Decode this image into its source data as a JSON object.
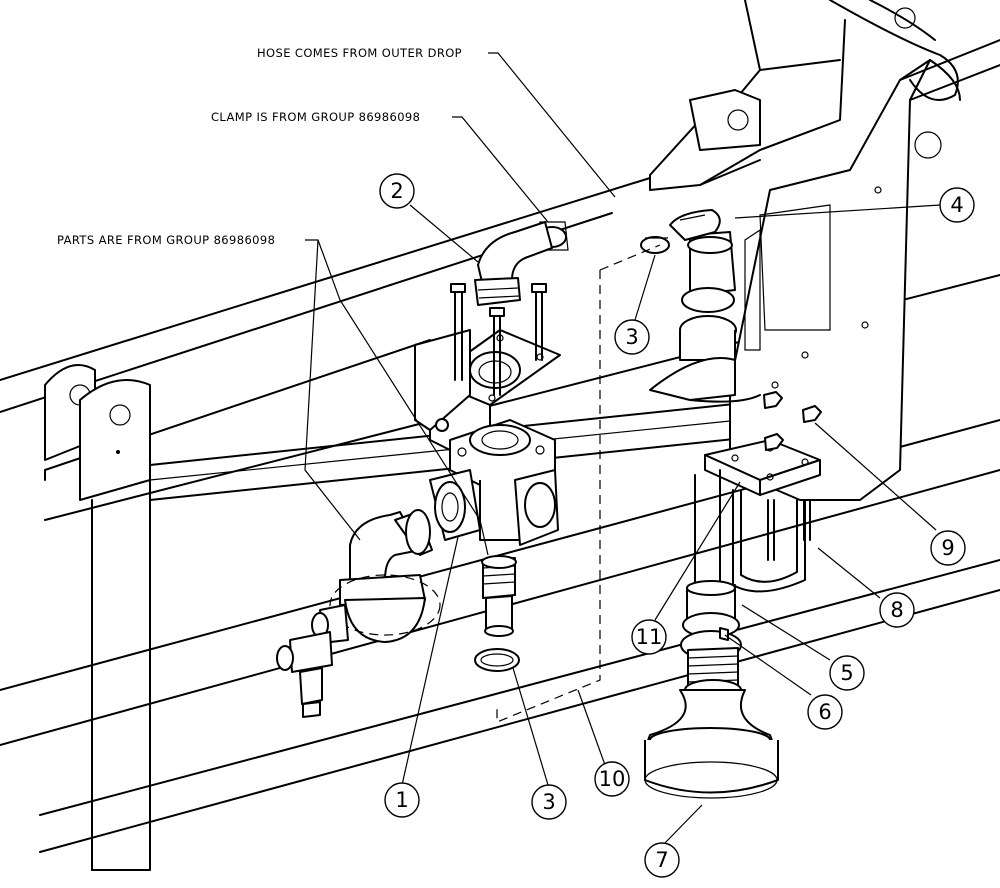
{
  "notes": {
    "hose": "HOSE COMES FROM OUTER DROP",
    "clamp": "CLAMP IS FROM GROUP 86986098",
    "parts": "PARTS ARE FROM GROUP 86986098"
  },
  "callouts": {
    "c1": "1",
    "c2": "2",
    "c3_top": "3",
    "c3_bottom": "3",
    "c4": "4",
    "c5": "5",
    "c6": "6",
    "c7": "7",
    "c8": "8",
    "c9": "9",
    "c10": "10",
    "c11": "11"
  }
}
